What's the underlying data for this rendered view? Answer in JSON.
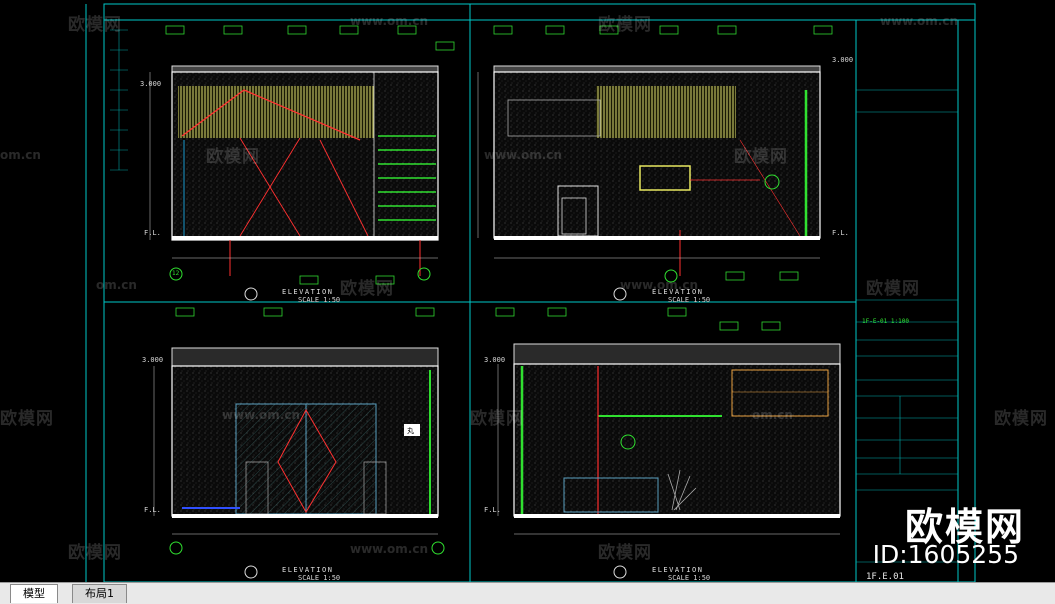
{
  "tabs": {
    "model": "模型",
    "layout": "布局1"
  },
  "watermark": {
    "brand": "欧模网",
    "site": "www.om.cn",
    "site_short": "om.cn"
  },
  "brand_overlay": {
    "logo": "欧模网",
    "id": "ID:1605255"
  },
  "drawing": {
    "elevation_label": "ELEVATION",
    "scale_label": "SCALE 1:50",
    "level_top": "3.000",
    "level_floor": "F.L.",
    "door_tag": "丸",
    "sheet_number": "1F.E.01",
    "title_block_code": "1F-E-01 1:100",
    "callout_b": "12"
  },
  "colors": {
    "background": "#000000",
    "frame": "#00c8c8",
    "wall": "#ffffff",
    "accent_red": "#ff2020",
    "accent_green": "#20ff20",
    "accent_yellow": "#e8e860",
    "dim_green": "#30d830"
  }
}
